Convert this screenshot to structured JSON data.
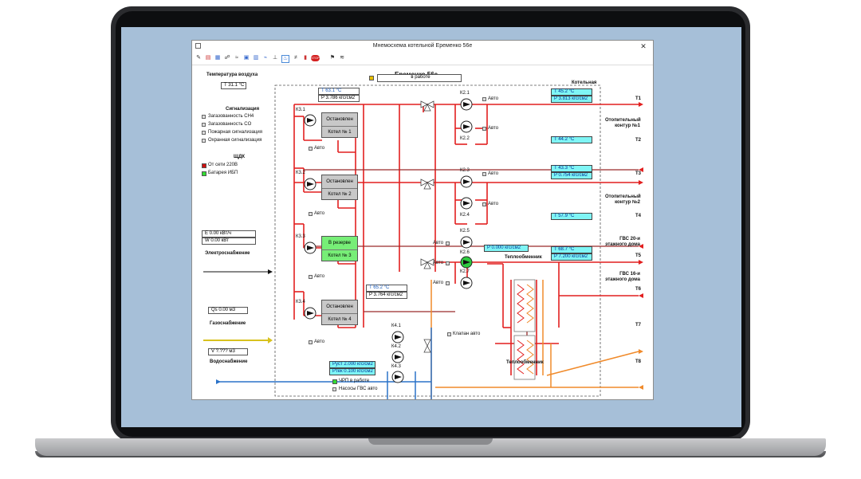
{
  "window": {
    "title": "Мнемосхема котельной Еременко 56е",
    "close_glyph": "✕"
  },
  "toolbar": {
    "icons": [
      "pin-icon",
      "chart-icon",
      "table-icon",
      "settings-icon",
      "gauge-icon",
      "log-icon",
      "report-icon",
      "trend-icon",
      "valve-icon",
      "flame-icon",
      "current-icon",
      "signal-icon",
      "stop-icon",
      "flag-icon",
      "rss-icon"
    ],
    "stop_label": "STOP"
  },
  "station": {
    "name": "Еременко 56е",
    "status": "в работе",
    "boiler_room_label": "Котельная"
  },
  "air_temperature": {
    "label": "Температура воздуха",
    "value": "T  31.1 °C"
  },
  "alarms": {
    "title": "Сигнализация",
    "items": [
      "Загазованность CH4",
      "Загазованность CO",
      "Пожарная сигнализация",
      "Охранная сигнализация"
    ]
  },
  "panel": {
    "title": "ЩДК",
    "items": [
      {
        "label": "От сети 220В",
        "color": "#d01010"
      },
      {
        "label": "Батарея ИБП",
        "color": "#33dd33"
      }
    ]
  },
  "electricity": {
    "e_value": "E   0.00 кВт/ч",
    "w_value": "W   0.00 кВт",
    "label": "Электроснабжение"
  },
  "gas": {
    "value": "Qs   0.00 м3",
    "label": "Газоснабжение"
  },
  "water": {
    "value": "V  ?.??? м3",
    "label": "Водоснабжение"
  },
  "boiler_header": {
    "t": "T   63.1 °C",
    "p": "P   3.786 кгс/см2"
  },
  "return_header": {
    "t": "T   65.2 °C",
    "p": "P   3.764 кгс/см2"
  },
  "boilers": [
    {
      "pump": "К3.1",
      "state": "Остановлен",
      "name": "Котел № 1",
      "mode": "Авто",
      "color": "#c8c8c8"
    },
    {
      "pump": "К3.2",
      "state": "Остановлен",
      "name": "Котел № 2",
      "mode": "Авто",
      "color": "#c8c8c8"
    },
    {
      "pump": "К3.3",
      "state": "В резерве",
      "name": "Котел № 3",
      "mode": "Авто",
      "color": "#77ee77"
    },
    {
      "pump": "К3.4",
      "state": "Остановлен",
      "name": "Котел № 4",
      "mode": "Авто",
      "color": "#c8c8c8"
    }
  ],
  "circuit1": {
    "pumps": [
      "К2.1",
      "К2.2"
    ],
    "mode1": "Авто",
    "mode2": "Авто",
    "t_supply": "T   45.2 °C",
    "p_supply": "P   3.813 кгс/см2",
    "t_return": "T   44.2 °C",
    "label": "Отопительный контур №1",
    "out1": "T1",
    "out2": "T2"
  },
  "circuit2": {
    "pumps": [
      "К2.3",
      "К2.4"
    ],
    "mode1": "Авто",
    "mode2": "Авто",
    "t_supply": "T   43.3 °C",
    "p_supply": "P   0.754 кгс/см2",
    "t_return": "T   57.9 °C",
    "label": "Отопительный контур №2",
    "out1": "T3",
    "out2": "T4"
  },
  "hot_water": {
    "pumps": [
      "К2.5",
      "К2.6",
      "К2.7"
    ],
    "mode_labels": [
      "Авто",
      "Авто",
      "Авто"
    ],
    "p_value": "P   0.000 кгс/см2",
    "t_supply": "T   68.7 °C",
    "p_supply": "P   7.200 кгс/см2",
    "exchanger1": "Теплообменник",
    "exchanger2": "Теплообменник",
    "label20": "ГВС 20-и этажного дома",
    "label16": "ГВС 16-и этажного дома",
    "out5": "T5",
    "out6": "T6",
    "out7": "T7",
    "out8": "T8"
  },
  "makeup": {
    "pumps": [
      "К4.1",
      "К4.2",
      "К4.3"
    ],
    "p_set": "Руст   2.000 кгс/см2",
    "p_current": "Ртек   0.100 кгс/см2",
    "vfd_label": "ЧРП в работе",
    "pumps_label": "Насосы ГВС авто",
    "valve_label": "Клапан авто"
  }
}
